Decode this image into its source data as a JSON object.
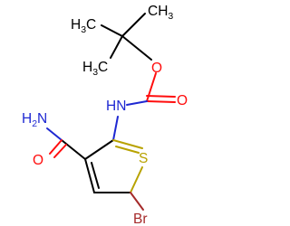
{
  "molecule": {
    "atoms": {
      "ch3_top": {
        "main": "CH",
        "sub": "3"
      },
      "h3c_left": {
        "main": "H",
        "sub": "3",
        "tail": "C"
      },
      "h3c_lower": {
        "main": "H",
        "sub": "3",
        "tail": "C"
      },
      "ester_o": "O",
      "carbonyl_o_carbamate": "O",
      "nh": "HN",
      "nh2": {
        "main": "H",
        "sub": "2",
        "tail": "N"
      },
      "amide_o": "O",
      "s": "S",
      "br": "Br"
    },
    "colors": {
      "carbon_bond": "#000000",
      "oxygen": "#ff0d0d",
      "nitrogen": "#1e28d2",
      "sulfur": "#b8a200",
      "bromine": "#a52a2a"
    }
  }
}
